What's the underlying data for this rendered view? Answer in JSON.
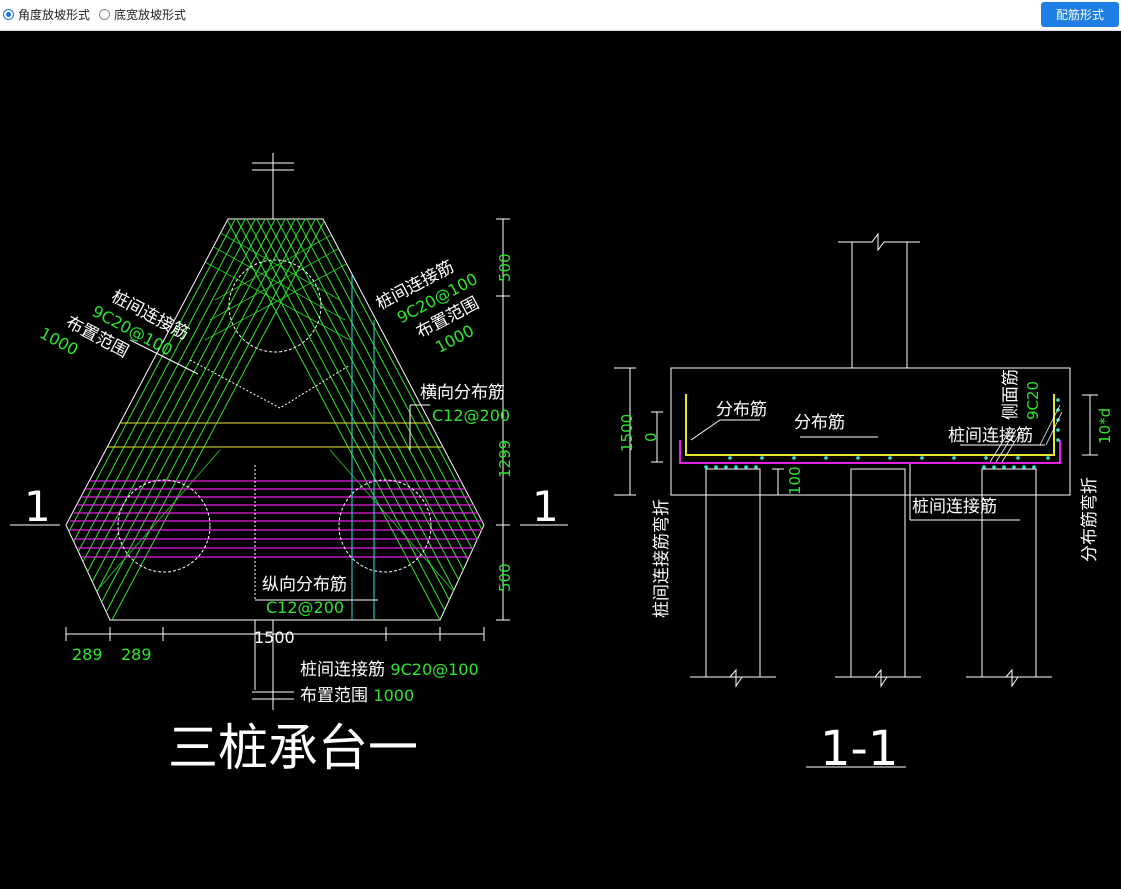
{
  "toolbar": {
    "option_angle": "角度放坡形式",
    "option_width": "底宽放坡形式",
    "reinforce_button": "配筋形式"
  },
  "plan": {
    "section_mark_left": "1",
    "section_mark_right": "1",
    "title": "三桩承台一",
    "left_label": {
      "name": "桩间连接筋",
      "spec": "9C20@100",
      "range_label": "布置范围",
      "range_value": "1000"
    },
    "right_label": {
      "name": "桩间连接筋",
      "spec": "9C20@100",
      "range_label": "布置范围",
      "range_value": "1000"
    },
    "transverse": {
      "name": "横向分布筋",
      "spec": "C12@200"
    },
    "longitudinal": {
      "name": "纵向分布筋",
      "spec": "C12@200"
    },
    "bottom_label": {
      "name": "桩间连接筋",
      "spec": "9C20@100",
      "range_label": "布置范围",
      "range_value": "1000"
    },
    "dims": {
      "right_top": "500",
      "right_mid": "1299",
      "right_bottom": "500",
      "bottom_left": "289",
      "bottom_left2": "289",
      "bottom_center": "1500"
    }
  },
  "section": {
    "title": "1-1",
    "dist_bar_1": "分布筋",
    "dist_bar_2": "分布筋",
    "side_bar_name": "侧面筋",
    "side_bar_spec": "9C20",
    "connect_bar_top": "桩间连接筋",
    "connect_bar_bottom": "桩间连接筋",
    "left_vertical": "桩间连接筋弯折",
    "right_vertical": "分布筋弯折",
    "dim_height": "1500",
    "dim_zero": "0",
    "dim_100": "100",
    "dim_10d": "10*d"
  }
}
